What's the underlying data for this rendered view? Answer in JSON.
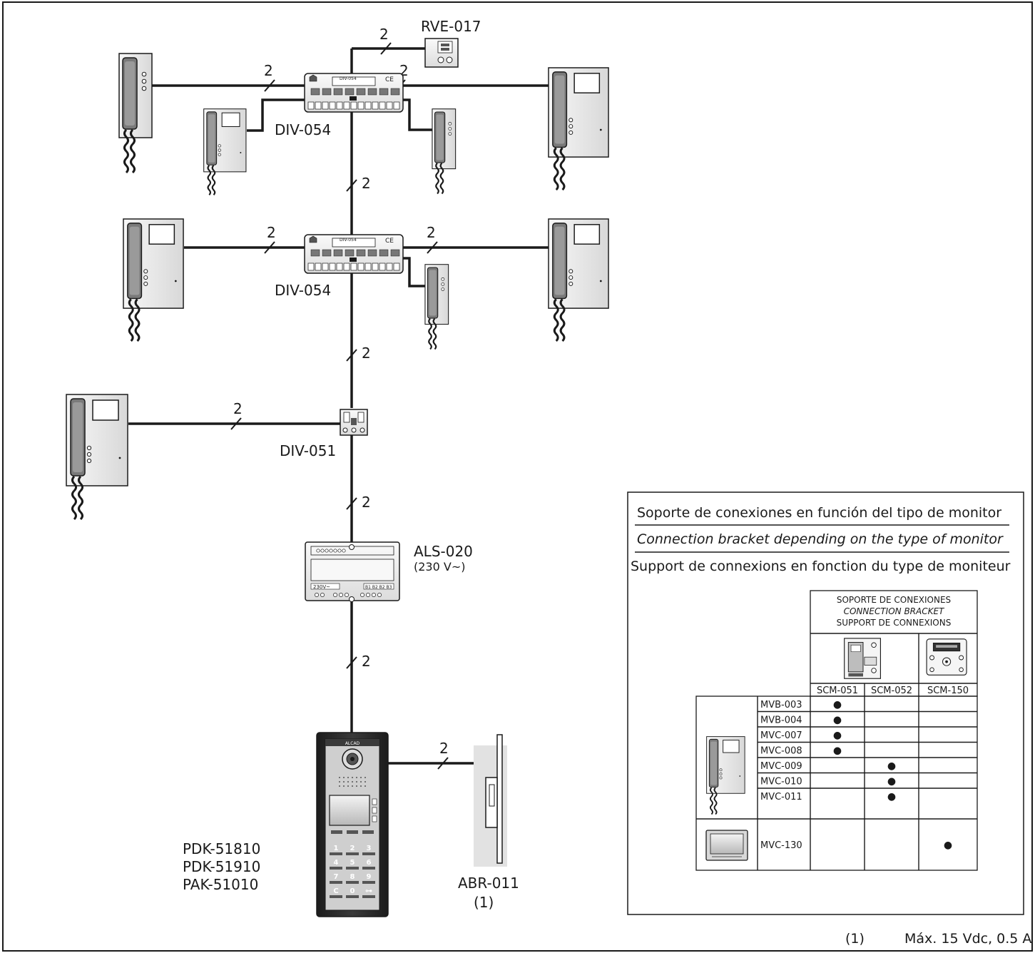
{
  "labels": {
    "rve": "RVE-017",
    "div054_top": "DIV-054",
    "div054_mid": "DIV-054",
    "div051": "DIV-051",
    "als": "ALS-020",
    "als_voltage": "(230 V~)",
    "panel_1": "PDK-51810",
    "panel_2": "PDK-51910",
    "panel_3": "PAK-51010",
    "abr": "ABR-011",
    "abr_note": "(1)"
  },
  "wire_count": "2",
  "panel": {
    "brand": "ALCAD",
    "keys": [
      "1",
      "2",
      "3",
      "4",
      "5",
      "6",
      "7",
      "8",
      "9",
      "C",
      "0",
      "⊶"
    ]
  },
  "device_text": {
    "div054": "DIV-054",
    "ce": "CE",
    "als_terminal_a": "230V~",
    "als_terminal_b": "B1 B2 B2 B3"
  },
  "legend": {
    "title_es": "Soporte de conexiones en función del tipo de monitor",
    "title_en": "Connection bracket depending on the type of monitor",
    "title_fr": "Support de connexions en fonction du type de moniteur",
    "header_es": "SOPORTE DE CONEXIONES",
    "header_en": "CONNECTION BRACKET",
    "header_fr": "SUPPORT DE CONNEXIONS",
    "columns": [
      "SCM-051",
      "SCM-052",
      "SCM-150"
    ],
    "rows": [
      {
        "model": "MVB-003",
        "col": 0
      },
      {
        "model": "MVB-004",
        "col": 0
      },
      {
        "model": "MVC-007",
        "col": 0
      },
      {
        "model": "MVC-008",
        "col": 0
      },
      {
        "model": "MVC-009",
        "col": 1
      },
      {
        "model": "MVC-010",
        "col": 1
      },
      {
        "model": "MVC-011",
        "col": 1
      },
      {
        "model": "MVC-130",
        "col": 2
      }
    ],
    "dot": "●"
  },
  "footnote": {
    "mark": "(1)",
    "text": "Máx. 15 Vdc, 0.5 A"
  },
  "colors": {
    "line": "#1a1a1a",
    "device_fill": "#eeeeee",
    "panel_body": "#2a2a2a",
    "panel_face": "#cfcfcf"
  }
}
